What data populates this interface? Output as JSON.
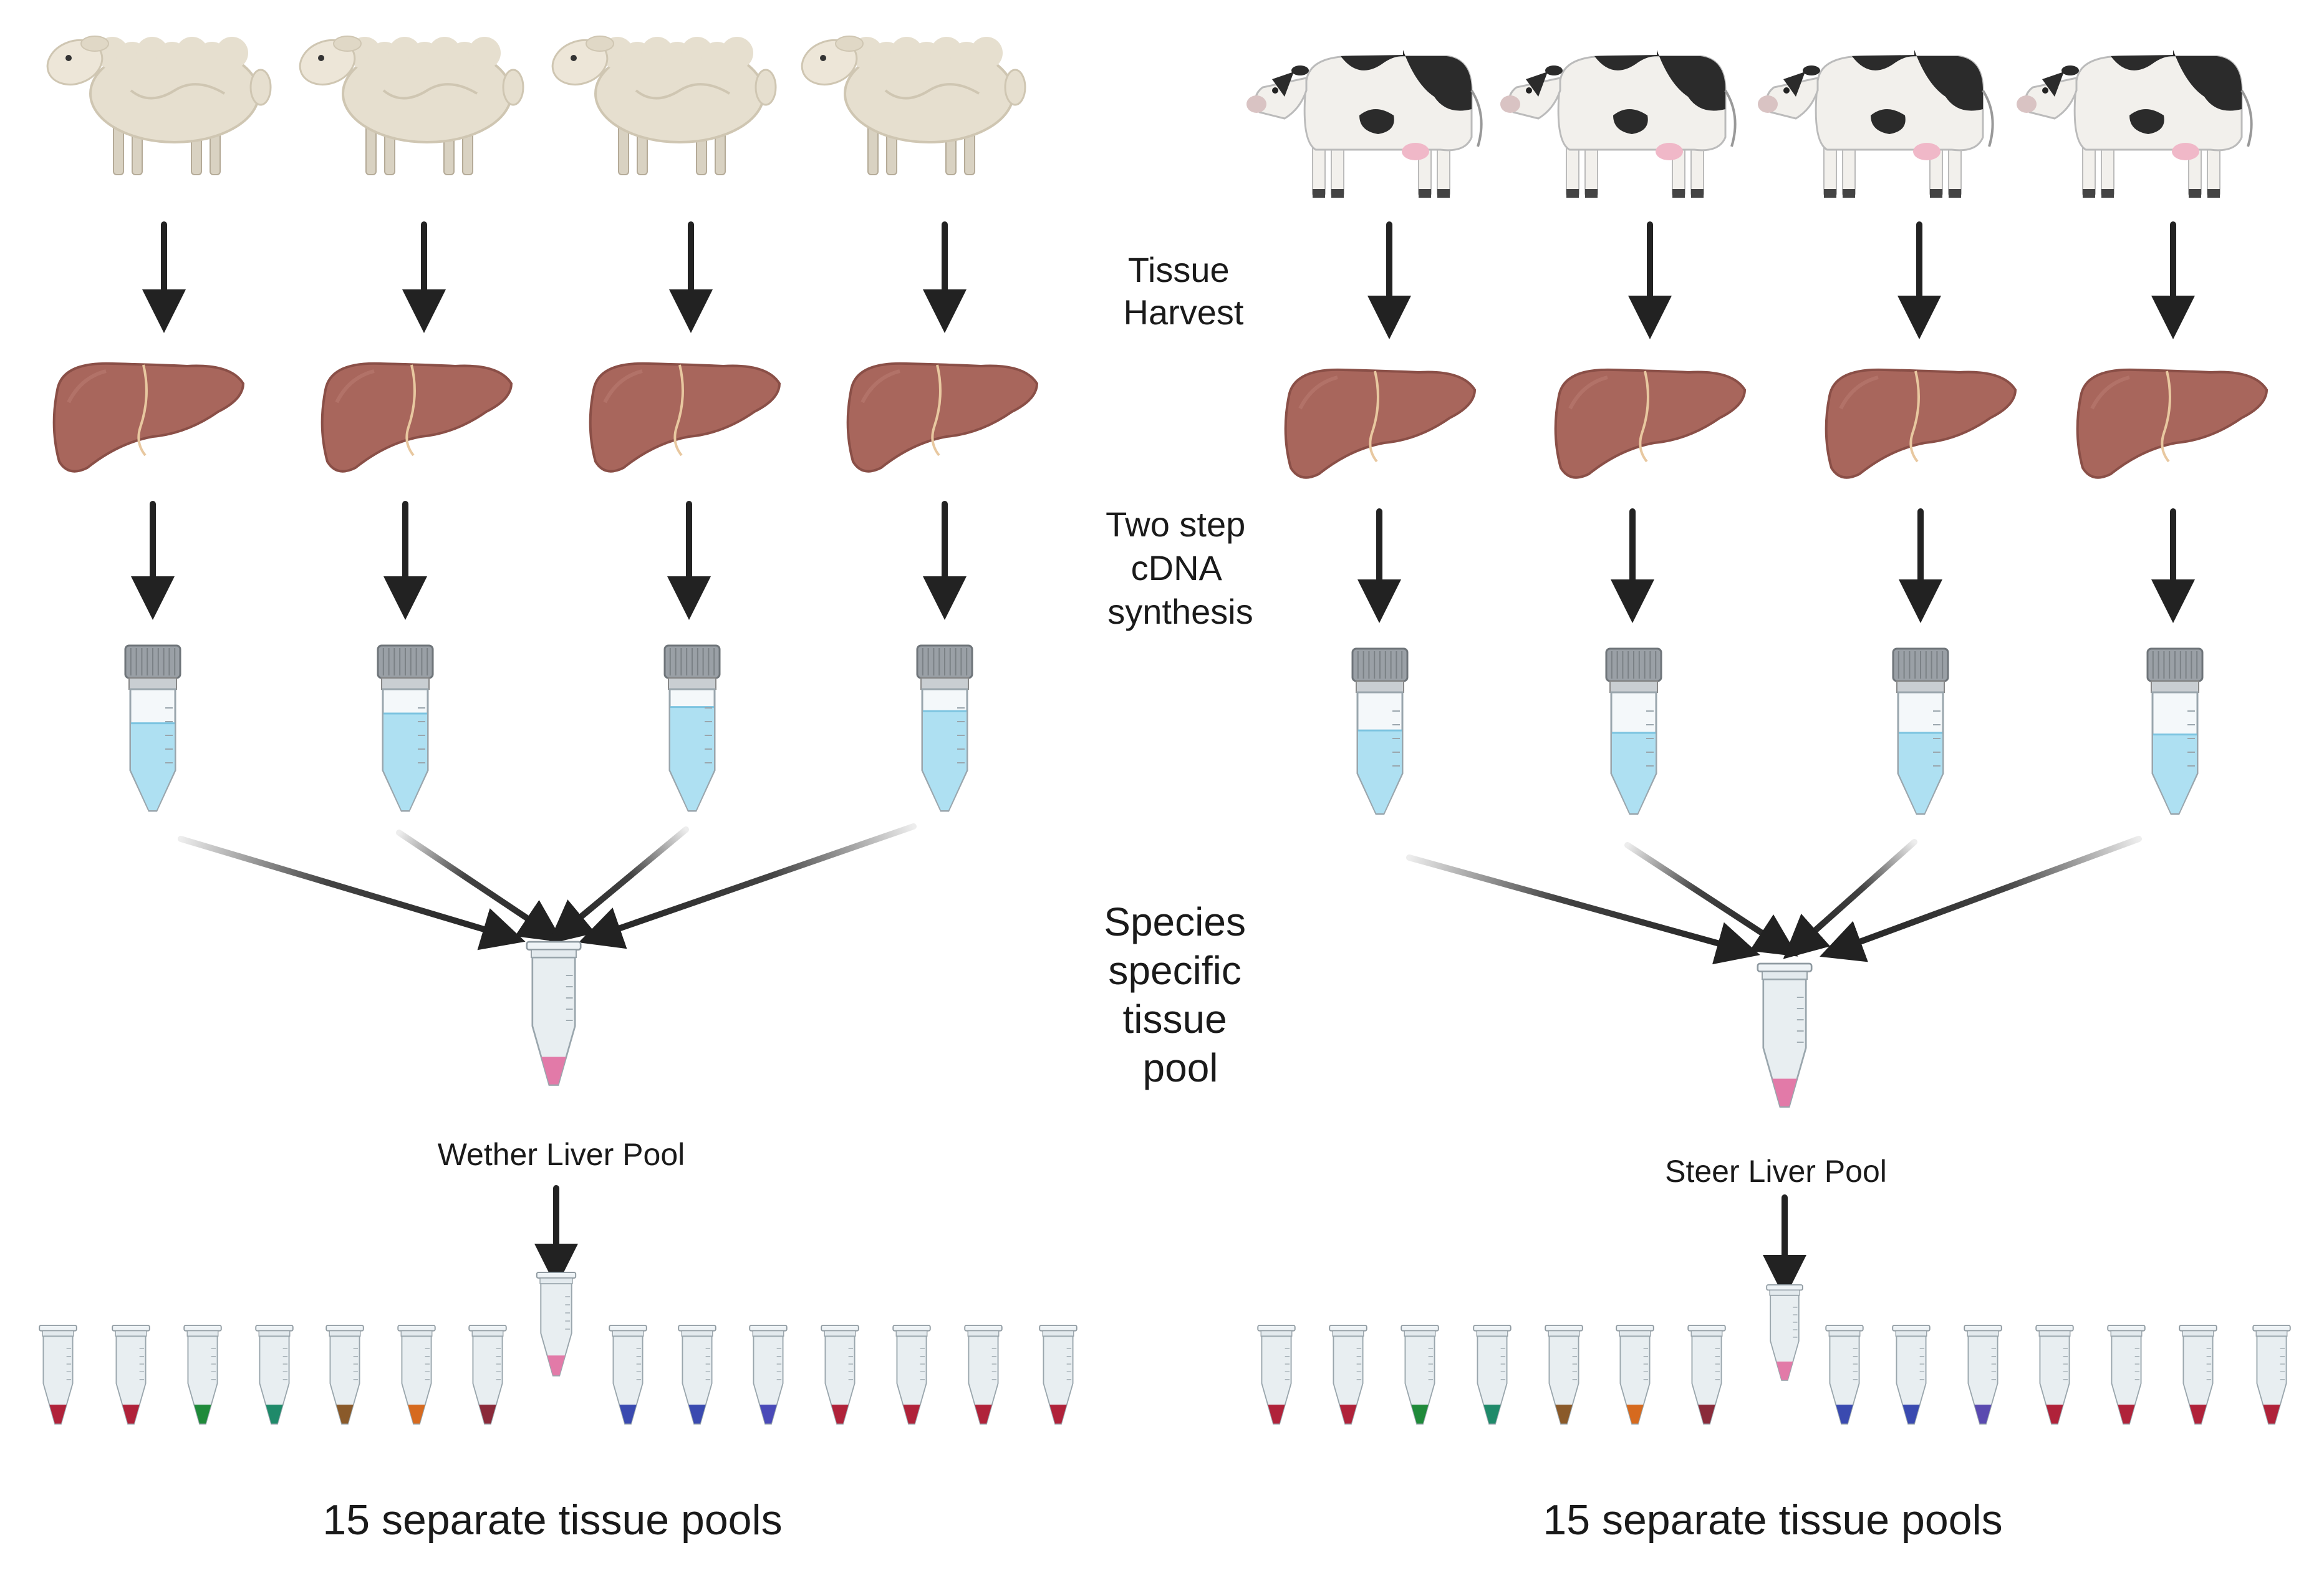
{
  "labels": {
    "tissue_harvest": [
      "Tissue",
      "Harvest"
    ],
    "cdna_synthesis": [
      "Two step",
      "cDNA",
      "synthesis"
    ],
    "species_pool": [
      "Species",
      "specific",
      "tissue",
      "pool"
    ]
  },
  "panels": [
    {
      "animal": "sheep-icon",
      "pool_label": "Wether Liver Pool",
      "footer": "15 separate tissue pools",
      "pool_color": "#e27aa8",
      "tube_colors": [
        "#b0223a",
        "#b0223a",
        "#1f8a3a",
        "#1f8a6a",
        "#8a5a2a",
        "#d66a1f",
        "#8a2a3a",
        "#3a4ab0",
        "#3a4ab0",
        "#4a4ab8",
        "#b0223a",
        "#b0223a",
        "#b0223a",
        "#b0223a"
      ]
    },
    {
      "animal": "cow-icon",
      "pool_label": "Steer Liver Pool",
      "footer": "15 separate tissue pools",
      "pool_color": "#e27aa8",
      "tube_colors": [
        "#b0223a",
        "#b0223a",
        "#1f8a3a",
        "#1f8a6a",
        "#8a5a2a",
        "#d66a1f",
        "#8a2a3a",
        "#3a4ab0",
        "#3a4ab0",
        "#5a4ab0",
        "#b0223a",
        "#b0223a",
        "#b0223a",
        "#b0223a"
      ]
    }
  ],
  "colors": {
    "liver": "#a8665c",
    "liver_dark": "#8a4f47",
    "sample_fluid": "#aee0f2",
    "arrow": "#222222"
  }
}
